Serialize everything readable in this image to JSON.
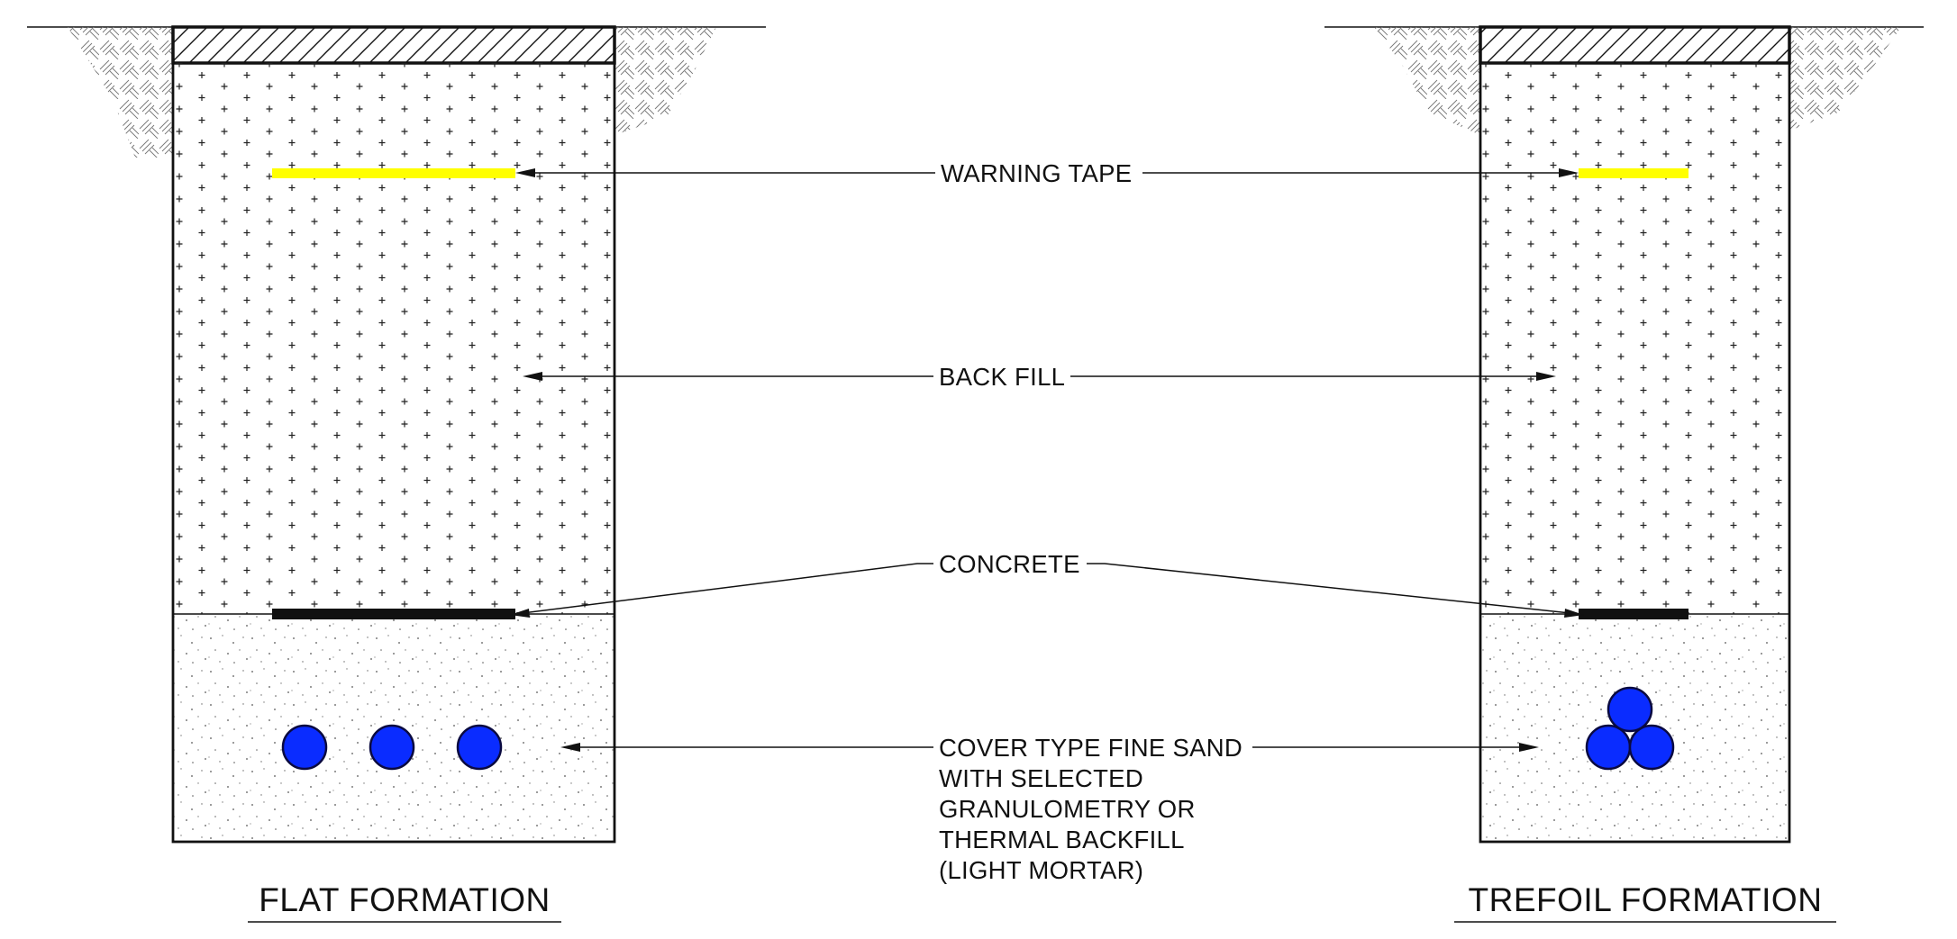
{
  "colors": {
    "line": "#111111",
    "warning_tape": "#ffff00",
    "concrete": "#111111",
    "cable_fill": "#0a2cff",
    "cable_stroke": "#0a0a40",
    "background": "#ffffff"
  },
  "icons": {
    "cable": "cable-icon",
    "soil": "soil-hatch-icon"
  },
  "labels": {
    "warning_tape": "WARNING TAPE",
    "back_fill": "BACK FILL",
    "concrete": "CONCRETE",
    "cover_sand": [
      "COVER TYPE FINE SAND",
      "WITH SELECTED",
      "GRANULOMETRY OR",
      "THERMAL BACKFILL",
      "(LIGHT MORTAR)"
    ]
  },
  "sections": {
    "flat": {
      "title": "FLAT FORMATION",
      "cable_count": 3
    },
    "trefoil": {
      "title": "TREFOIL FORMATION",
      "cable_count": 3
    }
  }
}
